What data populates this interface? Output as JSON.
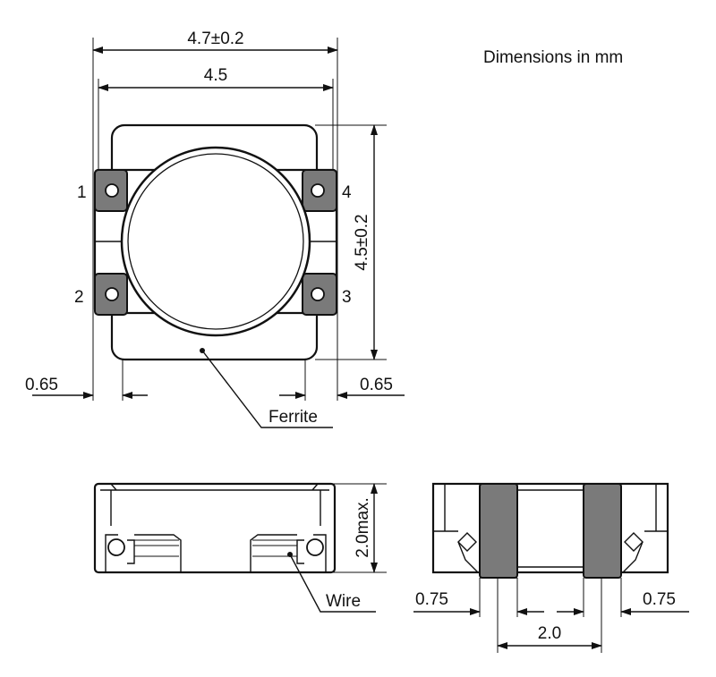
{
  "units_note": "Dimensions in mm",
  "top_view": {
    "overall_width": "4.7±0.2",
    "body_width": "4.5",
    "height": "4.5±0.2",
    "left_offset": "0.65",
    "right_offset": "0.65",
    "material_callout": "Ferrite",
    "pins": [
      "1",
      "2",
      "3",
      "4"
    ]
  },
  "side_view": {
    "max_height": "2.0max.",
    "wire_callout": "Wire"
  },
  "end_view": {
    "left_pad": "0.75",
    "right_pad": "0.75",
    "pad_spacing": "2.0"
  },
  "colors": {
    "line": "#111111",
    "terminal": "#7a7a7a",
    "background": "#ffffff"
  }
}
